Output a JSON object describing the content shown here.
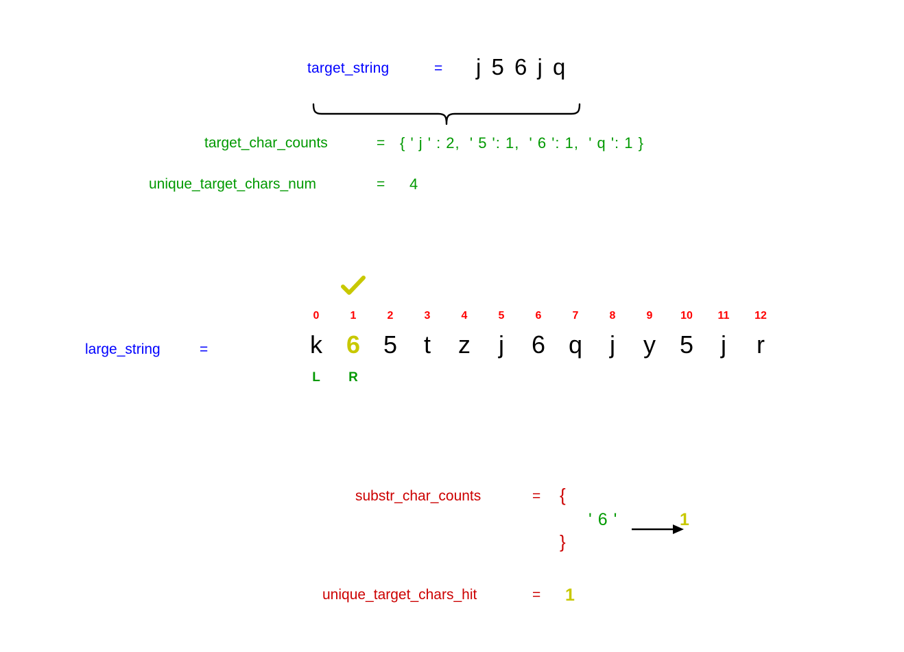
{
  "target_string": {
    "label": "target_string",
    "equals": "=",
    "value": "j 5 6 j q",
    "chars": [
      "j",
      "5",
      "6",
      "j",
      "q"
    ]
  },
  "target_char_counts": {
    "label": "target_char_counts",
    "equals": "=",
    "value": "{ ' j ' : 2,  ' 5 ': 1,  ' 6 ': 1,  ' q ': 1 }",
    "entries": [
      {
        "key": "j",
        "count": 2
      },
      {
        "key": "5",
        "count": 1
      },
      {
        "key": "6",
        "count": 1
      },
      {
        "key": "q",
        "count": 1
      }
    ]
  },
  "unique_target_chars_num": {
    "label": "unique_target_chars_num",
    "equals": "=",
    "value": "4"
  },
  "large_string": {
    "label": "large_string",
    "equals": "=",
    "chars": [
      "k",
      "6",
      "5",
      "t",
      "z",
      "j",
      "6",
      "q",
      "j",
      "y",
      "5",
      "j",
      "r"
    ],
    "indices": [
      "0",
      "1",
      "2",
      "3",
      "4",
      "5",
      "6",
      "7",
      "8",
      "9",
      "10",
      "11",
      "12"
    ],
    "highlighted_indices": [
      1
    ],
    "check_indices": [
      1
    ],
    "pointers": [
      {
        "index": 0,
        "label": "L"
      },
      {
        "index": 1,
        "label": "R"
      }
    ]
  },
  "substr_char_counts": {
    "label": "substr_char_counts",
    "equals": "=",
    "open_brace": "{",
    "close_brace": "}",
    "entries": [
      {
        "key": "' 6 '",
        "value": "1"
      }
    ]
  },
  "unique_target_chars_hit": {
    "label": "unique_target_chars_hit",
    "equals": "=",
    "value": "1"
  },
  "colors": {
    "blue": "#0000ff",
    "green": "#009900",
    "red": "#cc0000",
    "index_red": "#ff0000",
    "olive": "#c8c800",
    "black": "#000000",
    "background": "#ffffff"
  }
}
